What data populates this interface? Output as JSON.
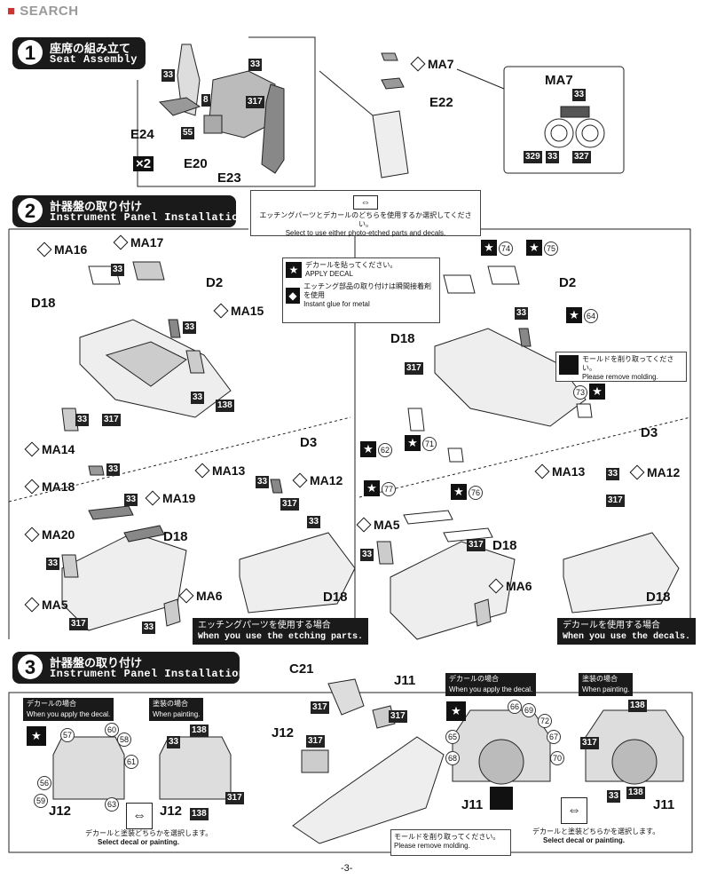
{
  "watermark": "SEARCH",
  "step1": {
    "num": "1",
    "title_ja": "座席の組み立て",
    "title_en": "Seat Assembly",
    "labels": {
      "e24": "E24",
      "e20": "E20",
      "e23": "E23",
      "e22": "E22",
      "ma7": "MA7",
      "ma7_detail": "MA7",
      "x2": "×2"
    },
    "codes": {
      "c33a": "33",
      "c33b": "33",
      "c8": "8",
      "c317": "317",
      "c55": "55",
      "c33c": "33",
      "c329": "329",
      "c33d": "33",
      "c327": "327"
    }
  },
  "step2": {
    "num": "2",
    "title_ja": "計器盤の取り付け",
    "title_en": "Instrument Panel Installation",
    "select_ja": "エッチングパーツとデカールのどちらを使用するか選択してください。",
    "select_en": "Select to use either photo-etched parts and decals.",
    "legend_decal_ja": "デカールを貼ってください。",
    "legend_decal_en": "APPLY DECAL",
    "legend_glue_ja": "エッチング部品の取り付けは瞬間接着剤を使用",
    "legend_glue_en": "Instant glue for metal",
    "mold_ja": "モールドを削り取ってください。",
    "mold_en": "Please remove molding.",
    "etch_ja": "エッチングパーツを使用する場合",
    "etch_en": "When you use the etching parts.",
    "decal_ja": "デカールを使用する場合",
    "decal_en": "When you use the decals.",
    "left": {
      "ma16": "MA16",
      "ma17": "MA17",
      "d2": "D2",
      "ma15": "MA15",
      "d18": "D18",
      "ma14": "MA14",
      "ma18": "MA18",
      "ma20": "MA20",
      "ma19": "MA19",
      "d18b": "D18",
      "ma5": "MA5",
      "ma6": "MA6",
      "ma13": "MA13",
      "d3": "D3",
      "ma12": "MA12",
      "d18c": "D18",
      "c33": "33",
      "c33b": "33",
      "c33c": "33",
      "c33d": "33",
      "c33e": "33",
      "c33f": "33",
      "c33g": "33",
      "c33h": "33",
      "c33i": "33",
      "c33j": "33",
      "c138": "138",
      "c317": "317",
      "c317b": "317",
      "c317c": "317"
    },
    "right": {
      "d2": "D2",
      "d18": "D18",
      "d3": "D3",
      "ma13": "MA13",
      "ma12": "MA12",
      "ma5": "MA5",
      "d18b": "D18",
      "ma6": "MA6",
      "d18c": "D18",
      "s74": "74",
      "s75": "75",
      "s64": "64",
      "s73": "73",
      "s62": "62",
      "s71": "71",
      "s77": "77",
      "s76": "76",
      "c33": "33",
      "c317": "317",
      "c33b": "33",
      "c317b": "317",
      "c33c": "33",
      "c317c": "317"
    }
  },
  "step3": {
    "num": "3",
    "title_ja": "計器盤の取り付け",
    "title_en": "Instrument Panel Installation",
    "decal_ja": "デカールの場合",
    "decal_en": "When you apply the decal.",
    "paint_ja": "塗装の場合",
    "paint_en": "When painting.",
    "select_ja": "デカールと塗装どちらかを選択します。",
    "select_en": "Select decal or painting.",
    "mold_ja": "モールドを削り取ってください。",
    "mold_en": "Please remove molding.",
    "labels": {
      "j12": "J12",
      "j12b": "J12",
      "c21": "C21",
      "j11": "J11",
      "j12c": "J12",
      "j11b": "J11",
      "j11c": "J11"
    },
    "circles": {
      "n57": "57",
      "n60": "60",
      "n58": "58",
      "n61": "61",
      "n56": "56",
      "n59": "59",
      "n63": "63",
      "n66": "66",
      "n69": "69",
      "n72": "72",
      "n67": "67",
      "n65": "65",
      "n68": "68",
      "n70": "70"
    },
    "codes": {
      "c33": "33",
      "c138": "138",
      "c317": "317",
      "c138b": "138",
      "c317b": "317",
      "c317c": "317",
      "c317d": "317",
      "c138c": "138",
      "c317e": "317",
      "c33b": "33",
      "c138d": "138"
    }
  },
  "page_number": "-3-"
}
